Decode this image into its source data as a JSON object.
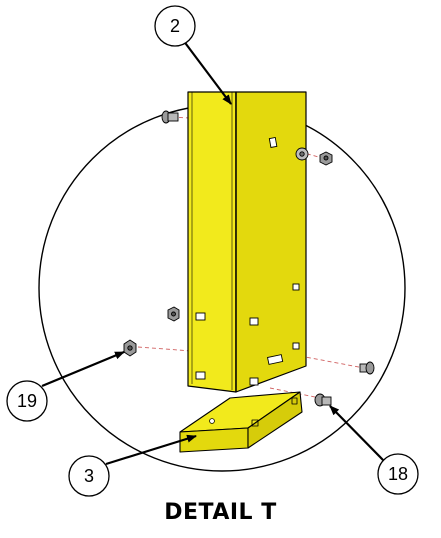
{
  "callouts": {
    "c2": "2",
    "c3": "3",
    "c18": "18",
    "c19": "19"
  },
  "caption": "DETAIL T",
  "colors": {
    "post_front": "#f2ea1c",
    "post_side": "#e3d90d",
    "post_top": "#f8f25a",
    "outline": "#000000",
    "hardware": "#9a9a9a",
    "hidden_line": "#d06060"
  }
}
